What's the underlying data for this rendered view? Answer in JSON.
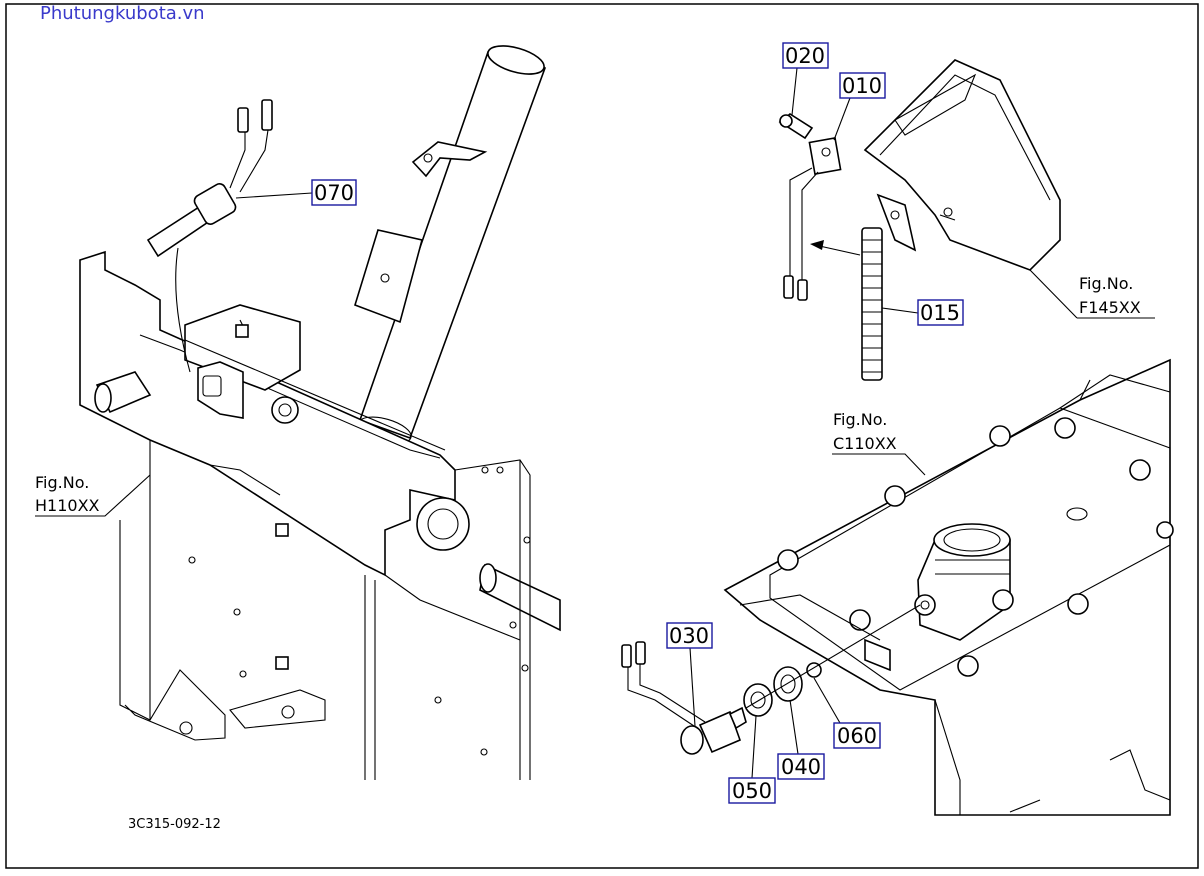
{
  "watermark": "Phutungkubota.vn",
  "drawing_code": "3C315-092-12",
  "callouts": {
    "p070": "070",
    "p020": "020",
    "p010": "010",
    "p015": "015",
    "p030": "030",
    "p050": "050",
    "p040": "040",
    "p060": "060"
  },
  "figure_refs": {
    "h110": {
      "line1": "Fig.No.",
      "line2": "H110XX"
    },
    "f145": {
      "line1": "Fig.No.",
      "line2": "F145XX"
    },
    "c110": {
      "line1": "Fig.No.",
      "line2": "C110XX"
    }
  },
  "colors": {
    "callout_border": "#1a1aa0",
    "watermark": "#3a3acb",
    "lines": "#000000"
  }
}
